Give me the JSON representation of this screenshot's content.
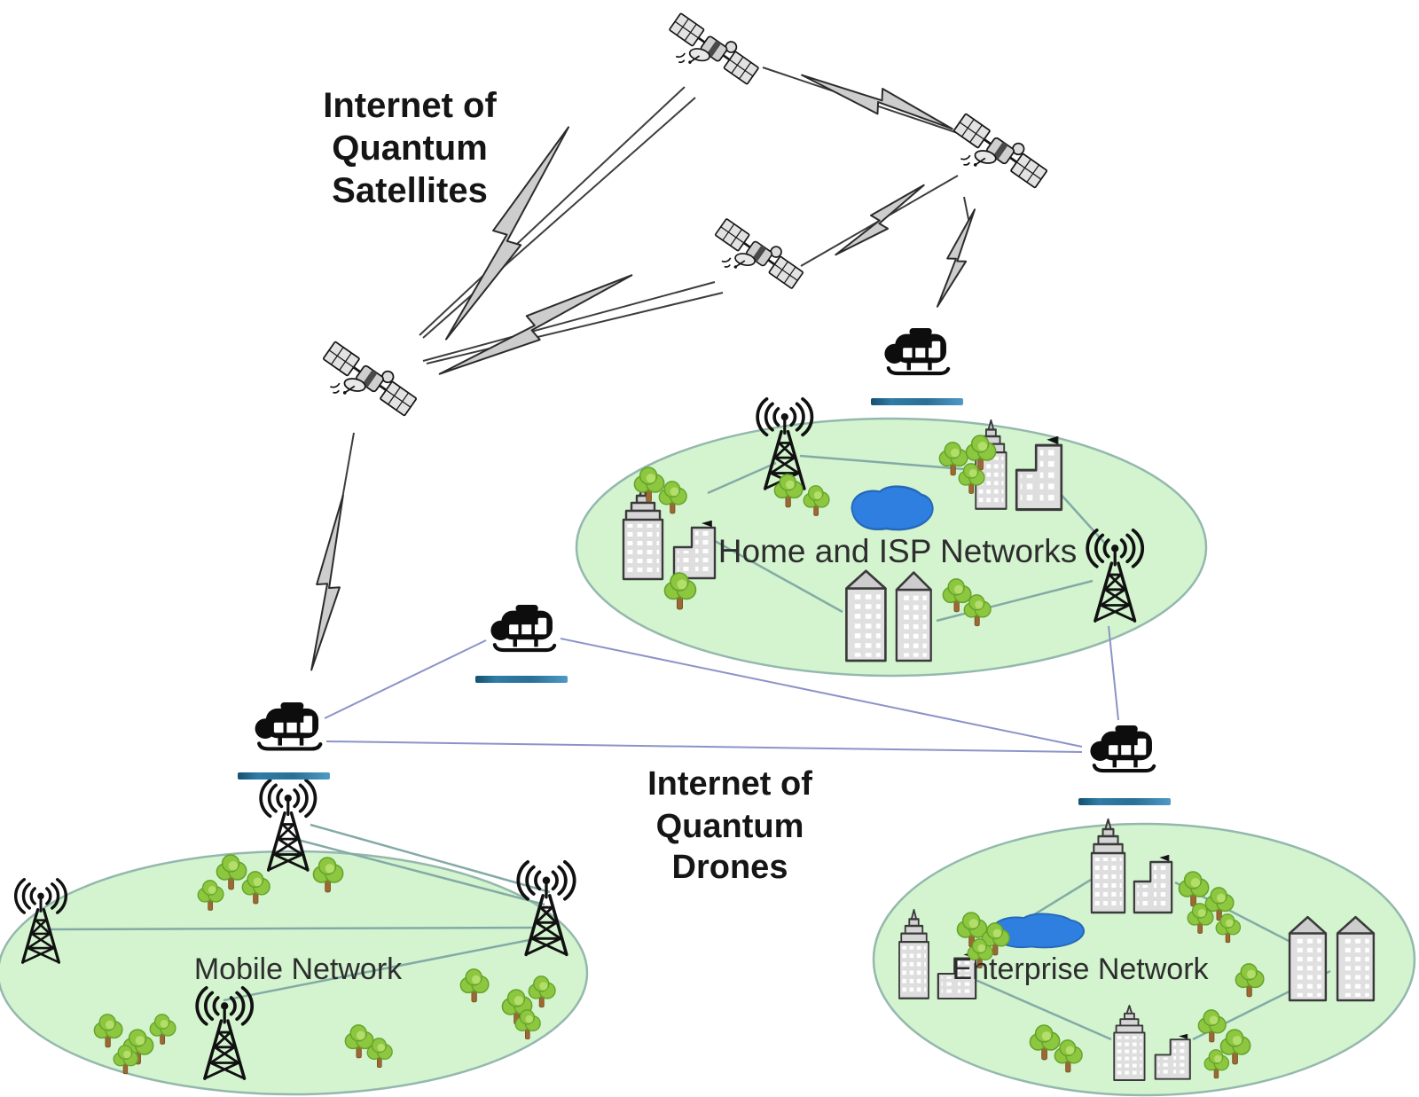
{
  "titles": {
    "satellites": [
      "Internet of",
      "Quantum",
      "Satellites"
    ],
    "drones": [
      "Internet of",
      "Quantum",
      "Drones"
    ]
  },
  "networks": {
    "home_isp": {
      "label": "Home and ISP Networks"
    },
    "mobile": {
      "label": "Mobile Network"
    },
    "enterprise": {
      "label": "Enterprise Network"
    }
  },
  "counts": {
    "satellites": 4,
    "drones": 4,
    "lightning_links": 6,
    "cell_towers_mobile": 4,
    "cell_towers_home_isp": 2
  },
  "icons": {
    "satellite": "satellite-icon",
    "drone": "helicopter-drone-icon",
    "cell_tower": "cell-tower-icon",
    "building": "building-icon",
    "tree": "tree-icon",
    "lake": "lake",
    "lightning": "quantum-link-bolt-icon",
    "drone_base_bar": "base-station-bar"
  },
  "colors": {
    "network_fill": "#d3f4cf",
    "network_border": "#94b8ad",
    "network_link": "#84aaa6",
    "drone_link": "#8b94c8",
    "bolt_fill": "#cdcdcd",
    "bolt_outline": "#2b2b2b",
    "satellite_gray": "#d8d8d8",
    "lake_blue": "#2e7fe0",
    "tree_green": "#8dc63f",
    "building_gray": "#dedede",
    "drone_black": "#0d0d0d",
    "bar_blue": "#2f7ca6",
    "text_dark": "#1a1a1a"
  }
}
